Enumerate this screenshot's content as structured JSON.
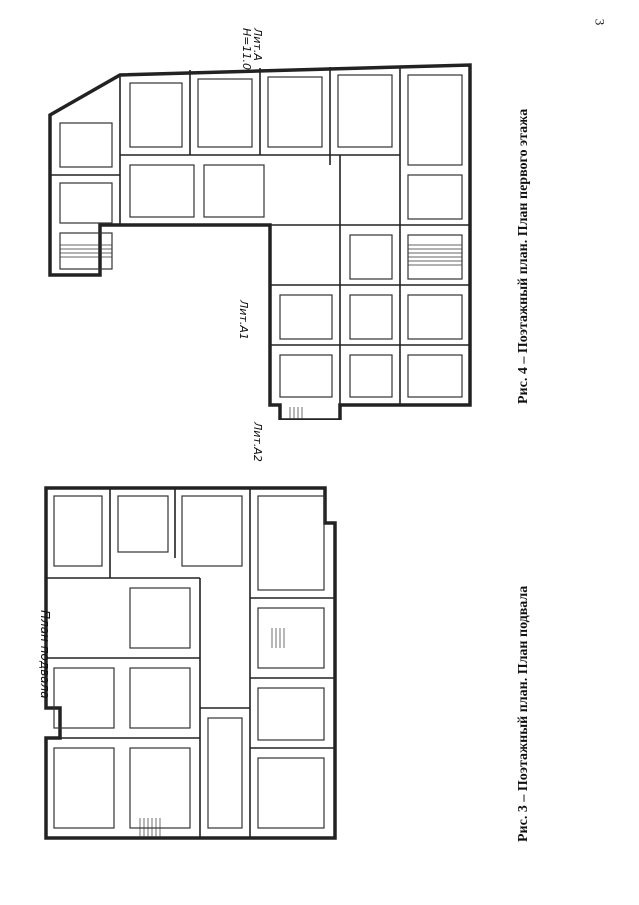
{
  "page_number": "3",
  "figures": [
    {
      "id": "fig3",
      "caption": "Рис. 3 – Поэтажный план. План подвала",
      "handwritten_title": "План подвала"
    },
    {
      "id": "fig4",
      "caption": "Рис. 4 – Поэтажный план. План первого этажа"
    }
  ],
  "labels": {
    "lit_a": "Лит.А",
    "height": "Н=11.0",
    "lit_a1": "Лит.А1",
    "lit_a2": "Лит.А2"
  },
  "colors": {
    "ink": "#222222",
    "paper": "#ffffff"
  }
}
